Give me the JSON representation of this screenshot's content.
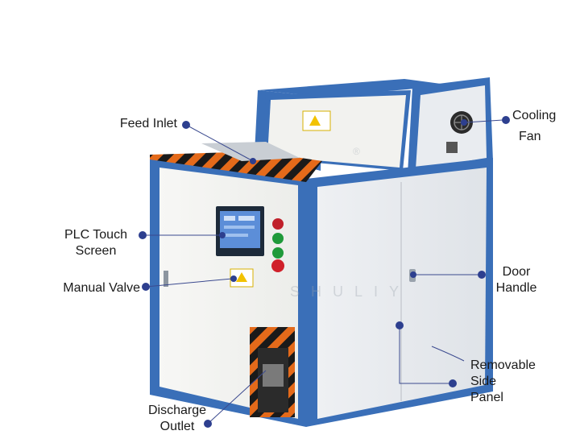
{
  "labels": {
    "feed_inlet": "Feed Inlet",
    "cooling_fan": [
      "Cooling",
      "Fan"
    ],
    "plc_touch_screen": [
      "PLC Touch",
      "Screen"
    ],
    "manual_valve": "Manual Valve",
    "door_handle": [
      "Door",
      "Handle"
    ],
    "removable_side_panel": [
      "Removable",
      "Side",
      "Panel"
    ],
    "discharge_outlet": [
      "Discharge",
      "Outlet"
    ]
  },
  "watermark": {
    "brand": "SHULIY",
    "registered_mark": "®"
  },
  "warning_stickers": [
    "warning-label",
    "warning-label"
  ],
  "colors": {
    "frame_blue": "#3a6fb8",
    "panel_white": "#f3f4f6",
    "hazard_orange": "#e46a1a",
    "hazard_black": "#1a1a1a",
    "callout_dot": "#2d3f8f",
    "callout_line": "#3b4a8f"
  }
}
